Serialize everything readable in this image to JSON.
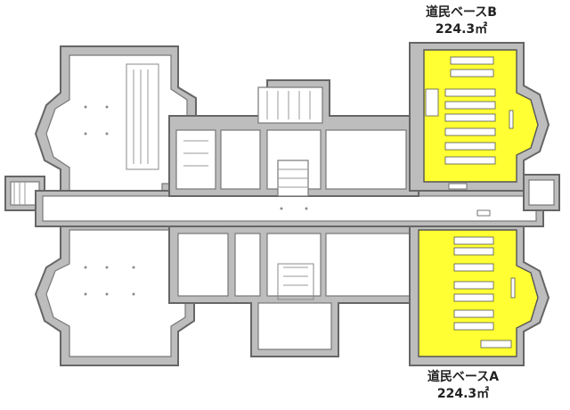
{
  "rooms": [
    {
      "name": "道民ベースB",
      "area": "224.3㎡"
    },
    {
      "name": "道民ベースA",
      "area": "224.3㎡"
    }
  ],
  "colors": {
    "highlight": "#ffff33",
    "wall": "#bdbdbd",
    "line": "#666666"
  }
}
